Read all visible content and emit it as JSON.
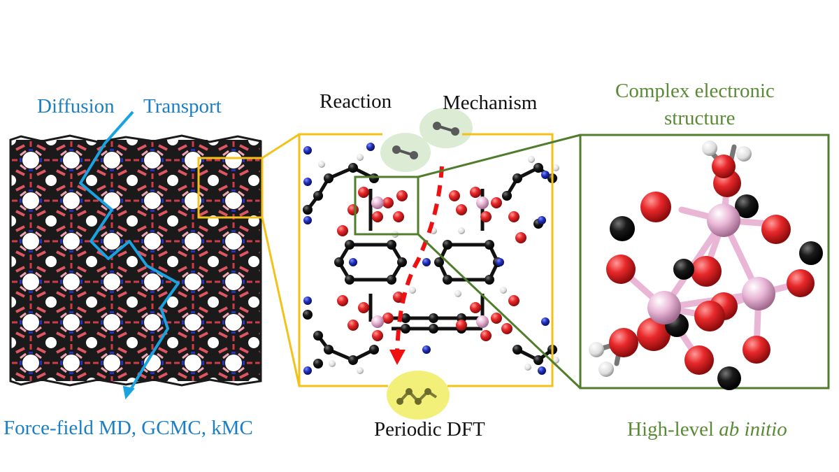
{
  "labels": {
    "diffusion": "Diffusion",
    "transport": "Transport",
    "reaction": "Reaction",
    "mechanism": "Mechanism",
    "complex_line1": "Complex electronic",
    "complex_line2": "structure",
    "left_methods": "Force-field MD, GCMC, kMC",
    "middle_method": "Periodic DFT",
    "right_method_prefix": "High-level ",
    "right_method_italic": "ab initio"
  },
  "colors": {
    "path_blue": "#1aa3e0",
    "frame_yellow": "#f2c21a",
    "frame_green": "#4f7d2c",
    "arrow_red": "#ee1111",
    "oxygen_red": "#e8282a",
    "metal_pink": "#e9b6d6",
    "carbon_black": "#111111",
    "nitrogen_blue": "#1f2fb8",
    "hydrogen_white": "#eeeeee",
    "gas_bubble_green": "#dcebd4",
    "product_bubble_yellow": "#f3f07a"
  }
}
